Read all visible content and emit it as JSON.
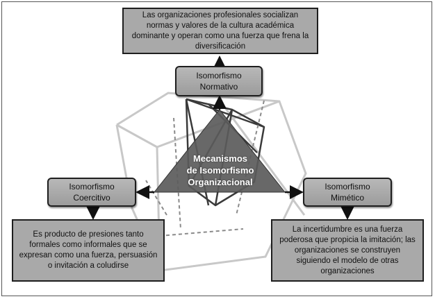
{
  "center": {
    "title_line1": "Mecanismos",
    "title_line2": "de Isomorfismo",
    "title_line3": "Organizacional"
  },
  "normativo": {
    "label_line1": "Isomorfismo",
    "label_line2": "Normativo",
    "description": "Las organizaciones profesionales socializan normas y valores de la cultura académica dominante y operan como una fuerza que frena la diversificación"
  },
  "coercitivo": {
    "label_line1": "Isomorfismo",
    "label_line2": "Coercitivo",
    "description": "Es producto de presiones tanto formales como informales que se expresan como una fuerza, persuasión o invitación a coludirse"
  },
  "mimetico": {
    "label_line1": "Isomorfismo",
    "label_line2": "Mimético",
    "description": "La incertidumbre es una fuerza poderosa que propicia la imitación; las organizaciones se construyen siguiendo el modelo de otras organizaciones"
  },
  "colors": {
    "box_fill": "#a9a9a9",
    "border": "#1e1e1e",
    "triangle": "#595959",
    "cube_lines": "#c8c8c8"
  }
}
